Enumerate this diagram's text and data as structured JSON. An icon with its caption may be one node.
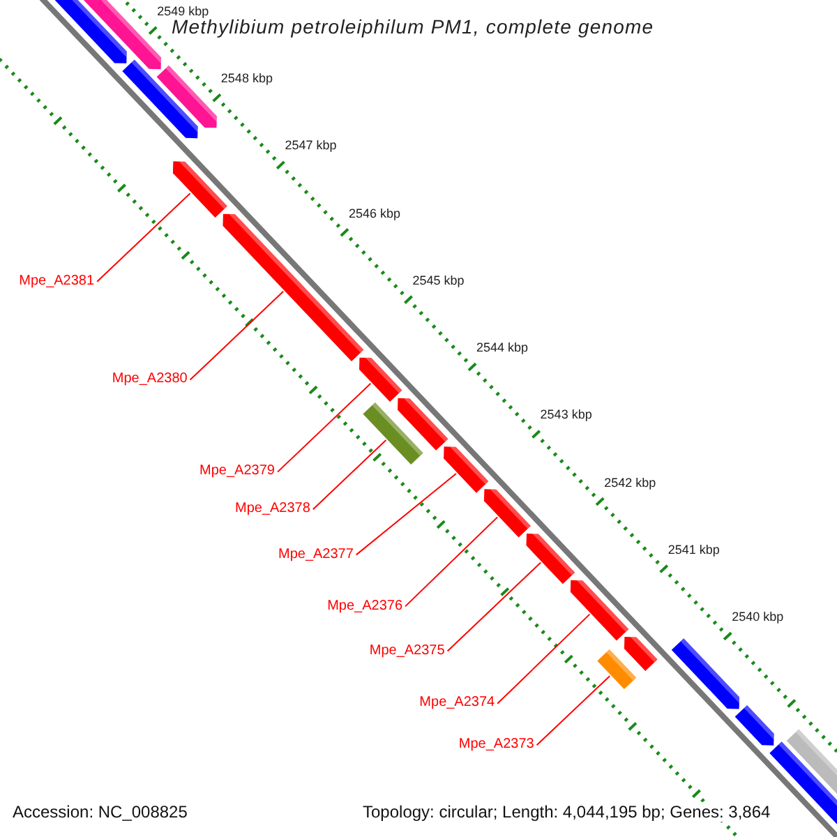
{
  "diagram": {
    "title": "Methylibium petroleiphilum PM1, complete genome",
    "nodes": [
      {
        "text": [
          "Mpe_A2381"
        ]
      },
      {
        "text": [
          "Mpe_A2380"
        ]
      },
      {
        "text": [
          "Mpe_A2379"
        ]
      },
      {
        "text": [
          "Mpe_A2378"
        ]
      },
      {
        "text": [
          "Mpe_A2377"
        ]
      },
      {
        "text": [
          "Mpe_A2376"
        ]
      },
      {
        "text": [
          "Mpe_A2375"
        ]
      },
      {
        "text": [
          "Mpe_A2374"
        ]
      },
      {
        "text": [
          "Mpe_A2373"
        ]
      },
      {
        "text": [],
        "shape": "bar"
      },
      {
        "text": [],
        "shape": "bar"
      },
      {
        "text": [],
        "shape": "bar"
      },
      {
        "text": [],
        "shape": "bar"
      },
      {
        "text": [],
        "shape": "bar"
      },
      {
        "text": [],
        "shape": "bar"
      },
      {
        "text": [],
        "shape": "bar"
      },
      {
        "text": [],
        "shape": "box"
      },
      {
        "text": [],
        "shape": "bar"
      },
      {
        "text": [],
        "shape": "bar"
      },
      {
        "text": [],
        "shape": "bar"
      },
      {
        "text": [],
        "shape": "bar"
      },
      {
        "text": [],
        "shape": "bar"
      },
      {
        "text": [],
        "shape": "box"
      },
      {
        "text": [],
        "shape": "bar"
      },
      {
        "text": [],
        "shape": "bar"
      },
      {
        "text": [],
        "shape": "bar"
      },
      {
        "text": [],
        "shape": "bar"
      },
      {
        "text": [],
        "shape": "bar"
      }
    ],
    "edges": [
      {
        "from": 0,
        "to": 13,
        "arrow": "none"
      },
      {
        "from": 1,
        "to": 14,
        "arrow": "none"
      },
      {
        "from": 2,
        "to": 15,
        "arrow": "none"
      },
      {
        "from": 3,
        "to": 16,
        "arrow": "none"
      },
      {
        "from": 4,
        "to": 18,
        "arrow": "none"
      },
      {
        "from": 5,
        "to": 19,
        "arrow": "none"
      },
      {
        "from": 6,
        "to": 20,
        "arrow": "none"
      },
      {
        "from": 7,
        "to": 21,
        "arrow": "none"
      },
      {
        "from": 8,
        "to": 22,
        "arrow": "none"
      }
    ],
    "labels": [
      "2549 kbp",
      "2548 kbp",
      "2547 kbp",
      "2546 kbp",
      "2545 kbp",
      "2544 kbp",
      "2543 kbp",
      "2542 kbp",
      "2541 kbp",
      "2540 kbp",
      "Accession: NC_008825",
      "Topology: circular; Length: 4,044,195 bp; Genes: 3,864"
    ]
  }
}
